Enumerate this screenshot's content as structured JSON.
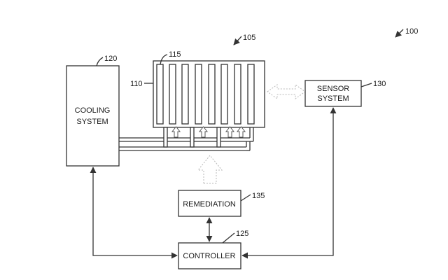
{
  "figure": {
    "ref_overall": "100",
    "ref_assembly": "105"
  },
  "cooling_system": {
    "ref": "120",
    "label_line1": "COOLING",
    "label_line2": "SYSTEM"
  },
  "server_rack": {
    "ref_frame": "110",
    "ref_slot": "115"
  },
  "sensor_system": {
    "ref": "130",
    "label_line1": "SENSOR",
    "label_line2": "SYSTEM"
  },
  "remediation": {
    "ref": "135",
    "label": "REMEDIATION"
  },
  "controller": {
    "ref": "125",
    "label": "CONTROLLER"
  },
  "colors": {
    "line": "#333333",
    "background": "#ffffff"
  }
}
